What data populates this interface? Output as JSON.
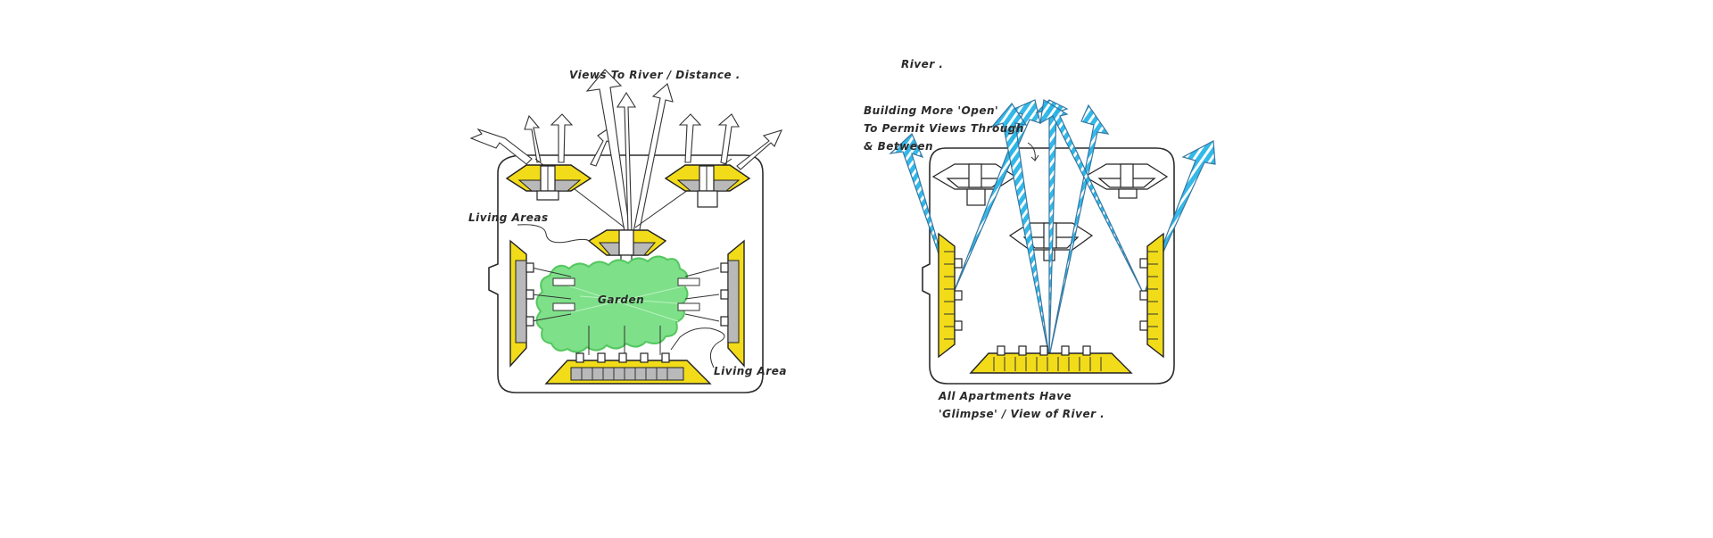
{
  "labels": {
    "views_to_river": "Views To River / Distance .",
    "living_areas": "Living Areas",
    "garden": "Garden",
    "living_area": "Living Area",
    "river": "River .",
    "building_more_open_1": "Building More 'Open'",
    "building_more_open_2": "To Permit Views Through",
    "building_more_open_3": "& Between",
    "all_apartments_1": "All Apartments Have",
    "all_apartments_2": "'Glimpse' / View of River ."
  },
  "colors": {
    "building_fill": "#f2dc1a",
    "unit_fill": "#b9b9b9",
    "garden_fill": "#7fe08a",
    "view_cone": "#29b6e8"
  }
}
